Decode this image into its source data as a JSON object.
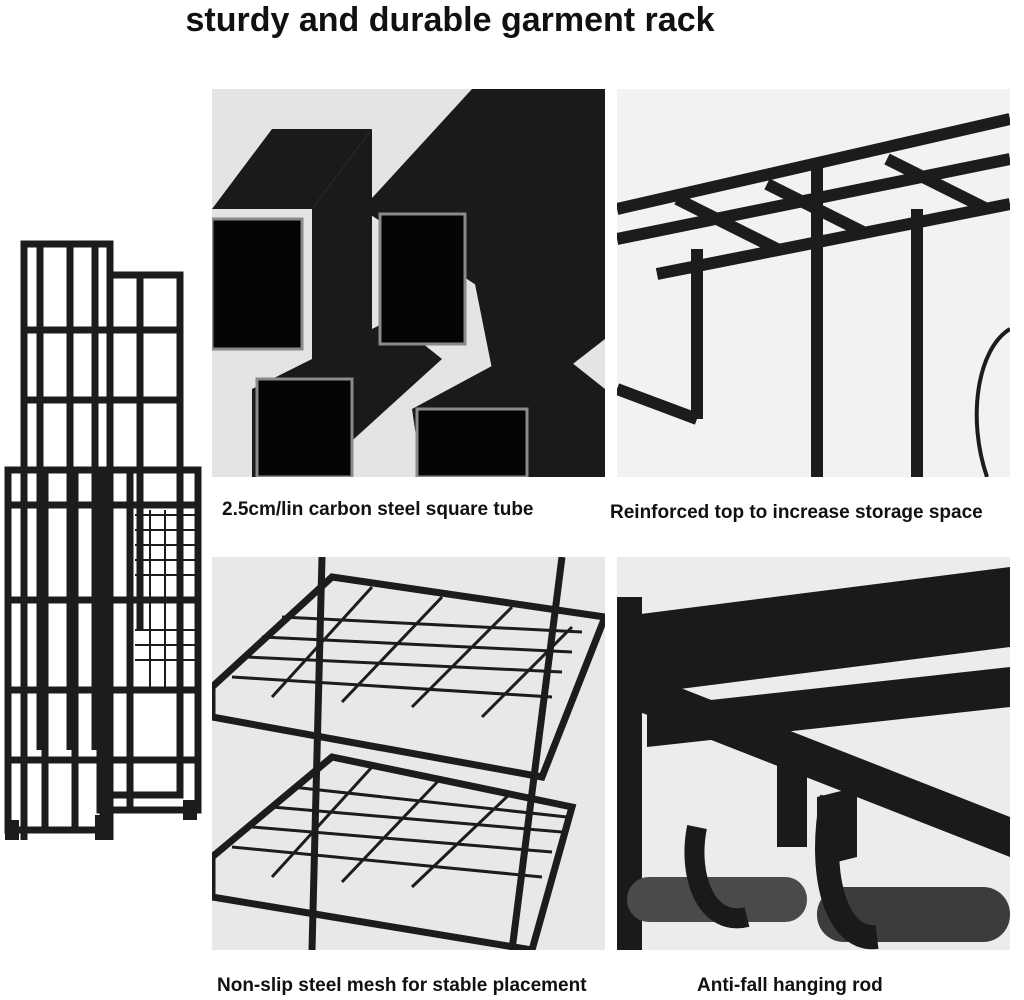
{
  "title": "sturdy and durable garment rack",
  "captions": {
    "tube": "2.5cm/lin carbon steel square tube",
    "top": "Reinforced top to increase storage space",
    "mesh": "Non-slip steel mesh for stable placement",
    "rod": "Anti-fall hanging rod"
  },
  "colors": {
    "steel": "#1c1c1c",
    "highlight": "#6a6a6a",
    "background": "#ffffff",
    "panel_bg": "#e6e6e6"
  }
}
